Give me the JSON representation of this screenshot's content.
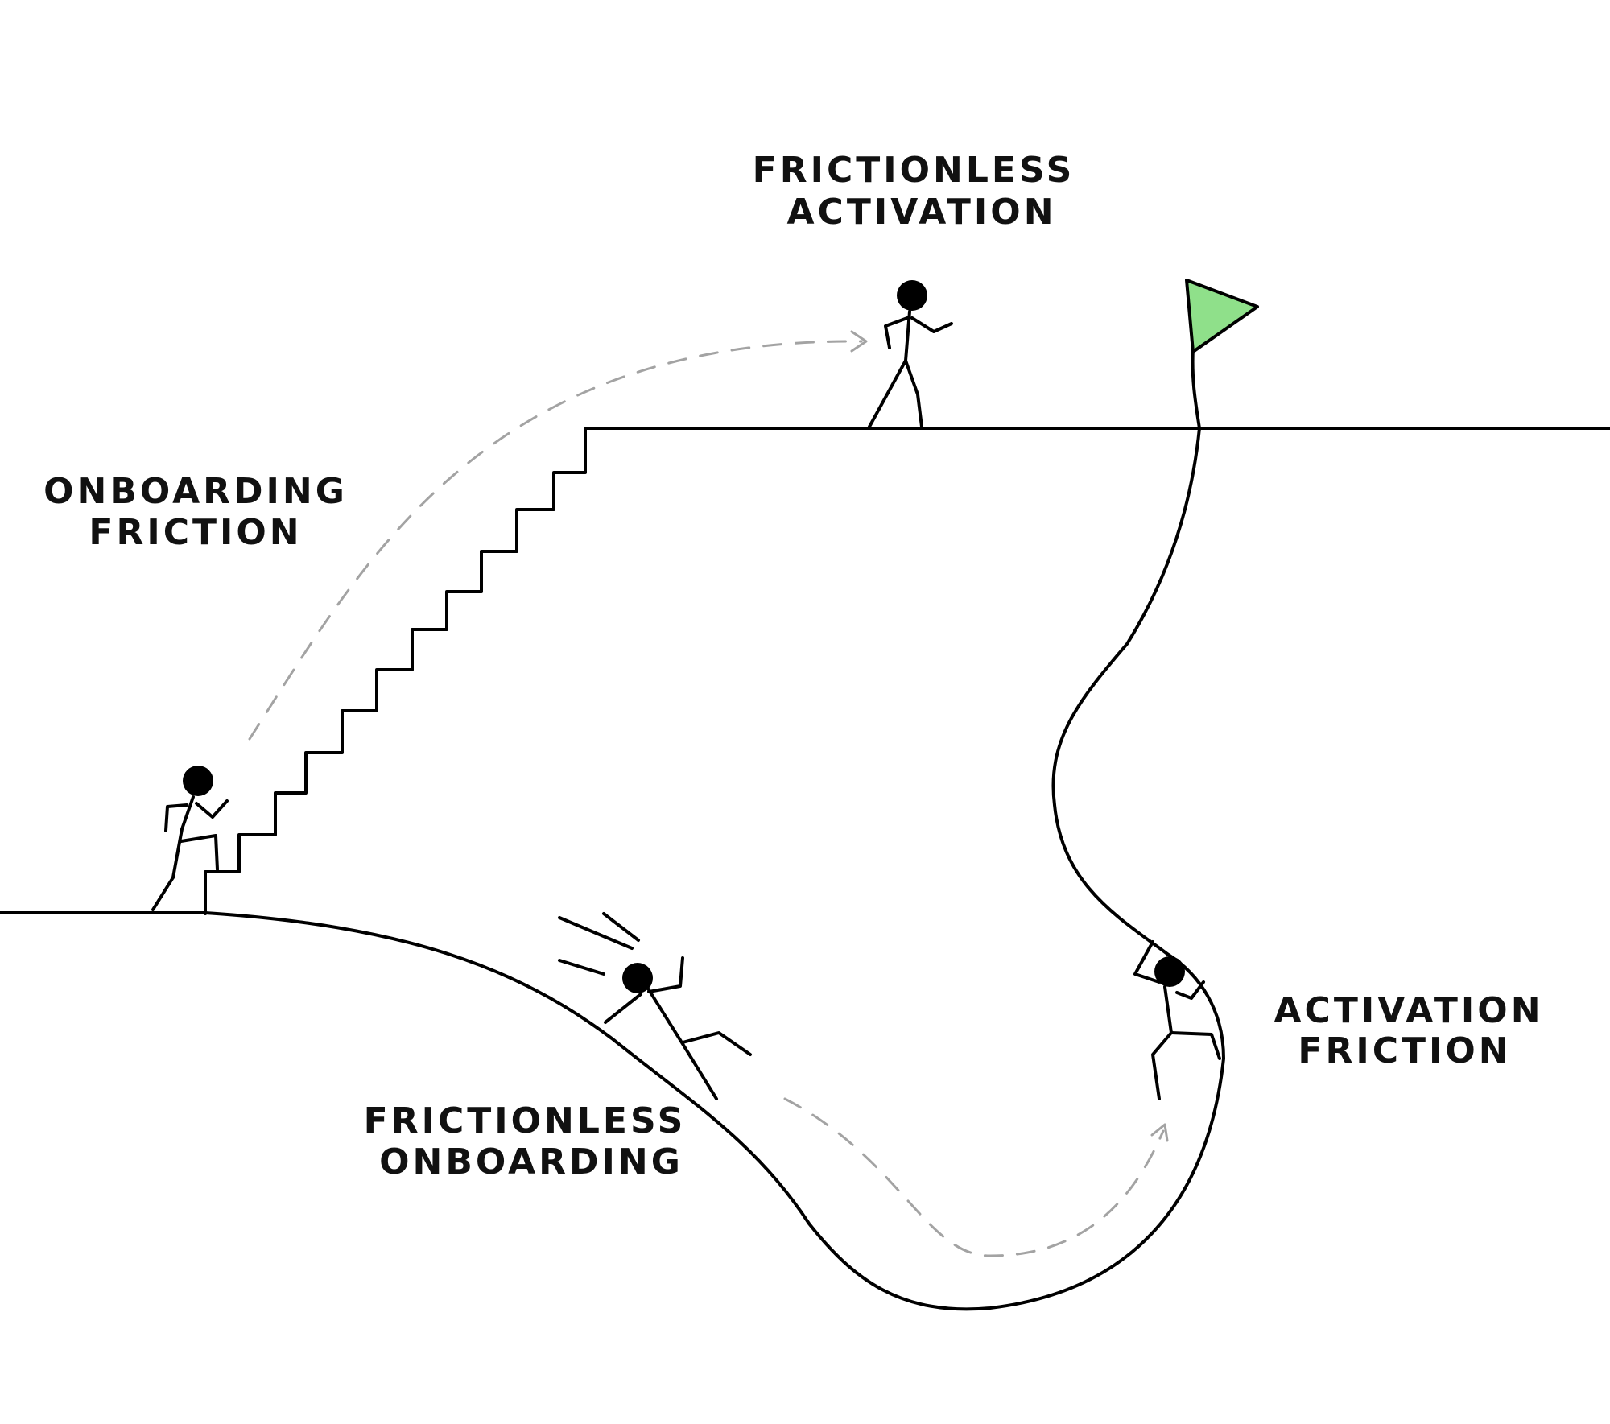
{
  "labels": {
    "frictionless_activation": [
      "FRICTIONLESS",
      "ACTIVATION"
    ],
    "onboarding_friction": [
      "ONBOARDING",
      "FRICTION"
    ],
    "frictionless_onboarding": [
      "FRICTIONLESS",
      "ONBOARDING"
    ],
    "activation_friction": [
      "ACTIVATION",
      "FRICTION"
    ]
  },
  "colors": {
    "ink": "#000000",
    "path": "#a3a3a3",
    "flag": "#8fe08a"
  },
  "icons": [
    "stick-figure-climbing-icon",
    "stick-figure-walking-icon",
    "stick-figure-sliding-icon",
    "stick-figure-hanging-icon",
    "goal-flag-icon"
  ]
}
